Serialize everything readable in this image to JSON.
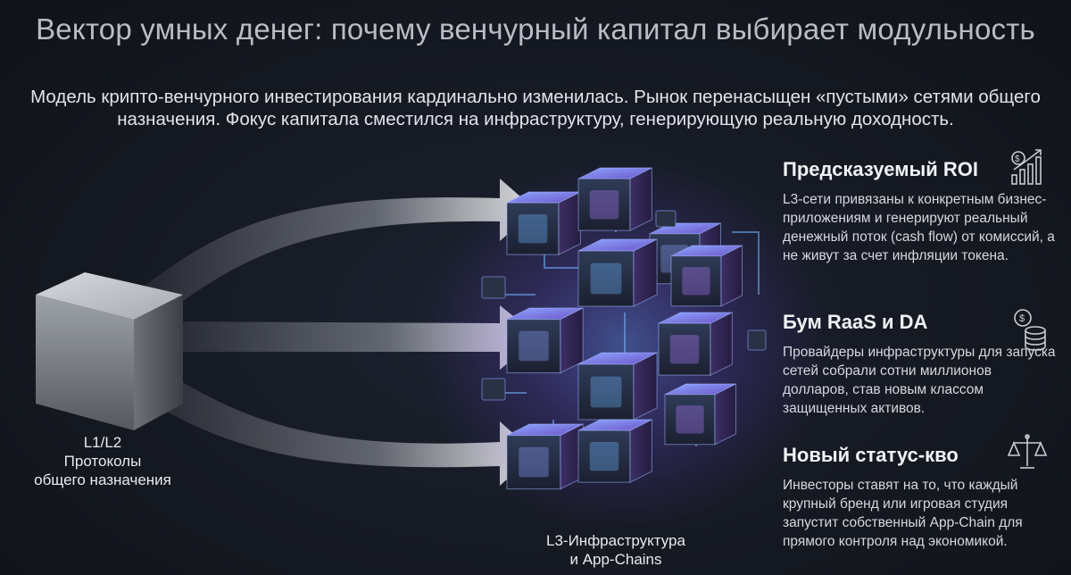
{
  "title": "Вектор умных денег: почему венчурный капитал выбирает модульность",
  "subtitle": "Модель крипто-венчурного инвестирования кардинально изменилась. Рынок перенасыщен «пустыми» сетями общего назначения. Фокус капитала сместился на инфраструктуру, генерирующую реальную доходность.",
  "left_block": {
    "lines": [
      "L1/L2",
      "Протоколы",
      "общего назначения"
    ]
  },
  "right_block": {
    "lines": [
      "L3-Инфраструктура",
      "и App-Chains"
    ]
  },
  "features": [
    {
      "icon": "roi-chart-icon",
      "heading": "Предсказуемый ROI",
      "text": "L3-сети привязаны к конкретным бизнес-приложениям и генерируют реальный денежный поток (cash flow) от комиссий, а не живут за счет инфляции токена."
    },
    {
      "icon": "coin-stack-icon",
      "heading": "Бум RaaS и DA",
      "text": "Провайдеры инфраструктуры для запуска сетей собрали сотни миллионов долларов, став новым классом защищенных активов."
    },
    {
      "icon": "scales-icon",
      "heading": "Новый статус-кво",
      "text": "Инвесторы ставят на то, что каждый крупный бренд или игровая студия запустит собственный App-Chain для прямого контроля над экономикой."
    }
  ],
  "colors": {
    "background": "#151922",
    "accent_blue": "#6fb6ff",
    "accent_purple": "#b07cff",
    "title_gray": "#b9bcc4"
  }
}
